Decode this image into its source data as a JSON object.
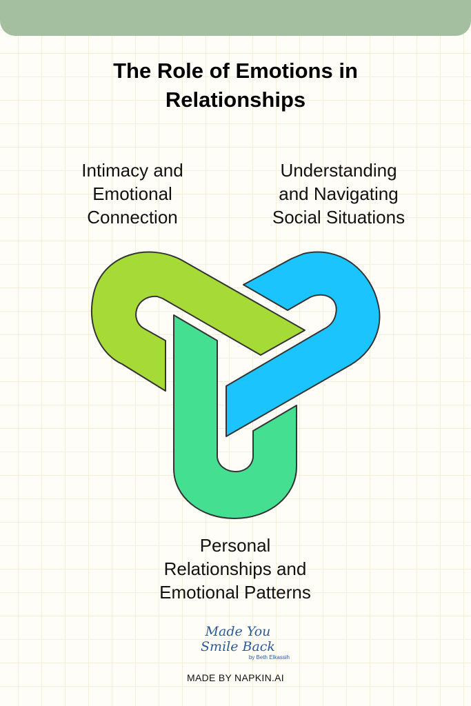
{
  "title_lines": [
    "The Role of Emotions in",
    "Relationships"
  ],
  "labels": {
    "left": [
      "Intimacy and",
      "Emotional",
      "Connection"
    ],
    "right": [
      "Understanding",
      "and Navigating",
      "Social Situations"
    ],
    "bottom": [
      "Personal",
      "Relationships and",
      "Emotional Patterns"
    ]
  },
  "colors": {
    "lime": "#A6DA37",
    "blue": "#1CC4FD",
    "green": "#45DF92",
    "topbar": "#A3BFA0"
  },
  "logo": {
    "line1": "Made You",
    "line2": "Smile Back",
    "byline": "by Beth Elkassih"
  },
  "footer": "MADE BY NAPKIN.AI"
}
